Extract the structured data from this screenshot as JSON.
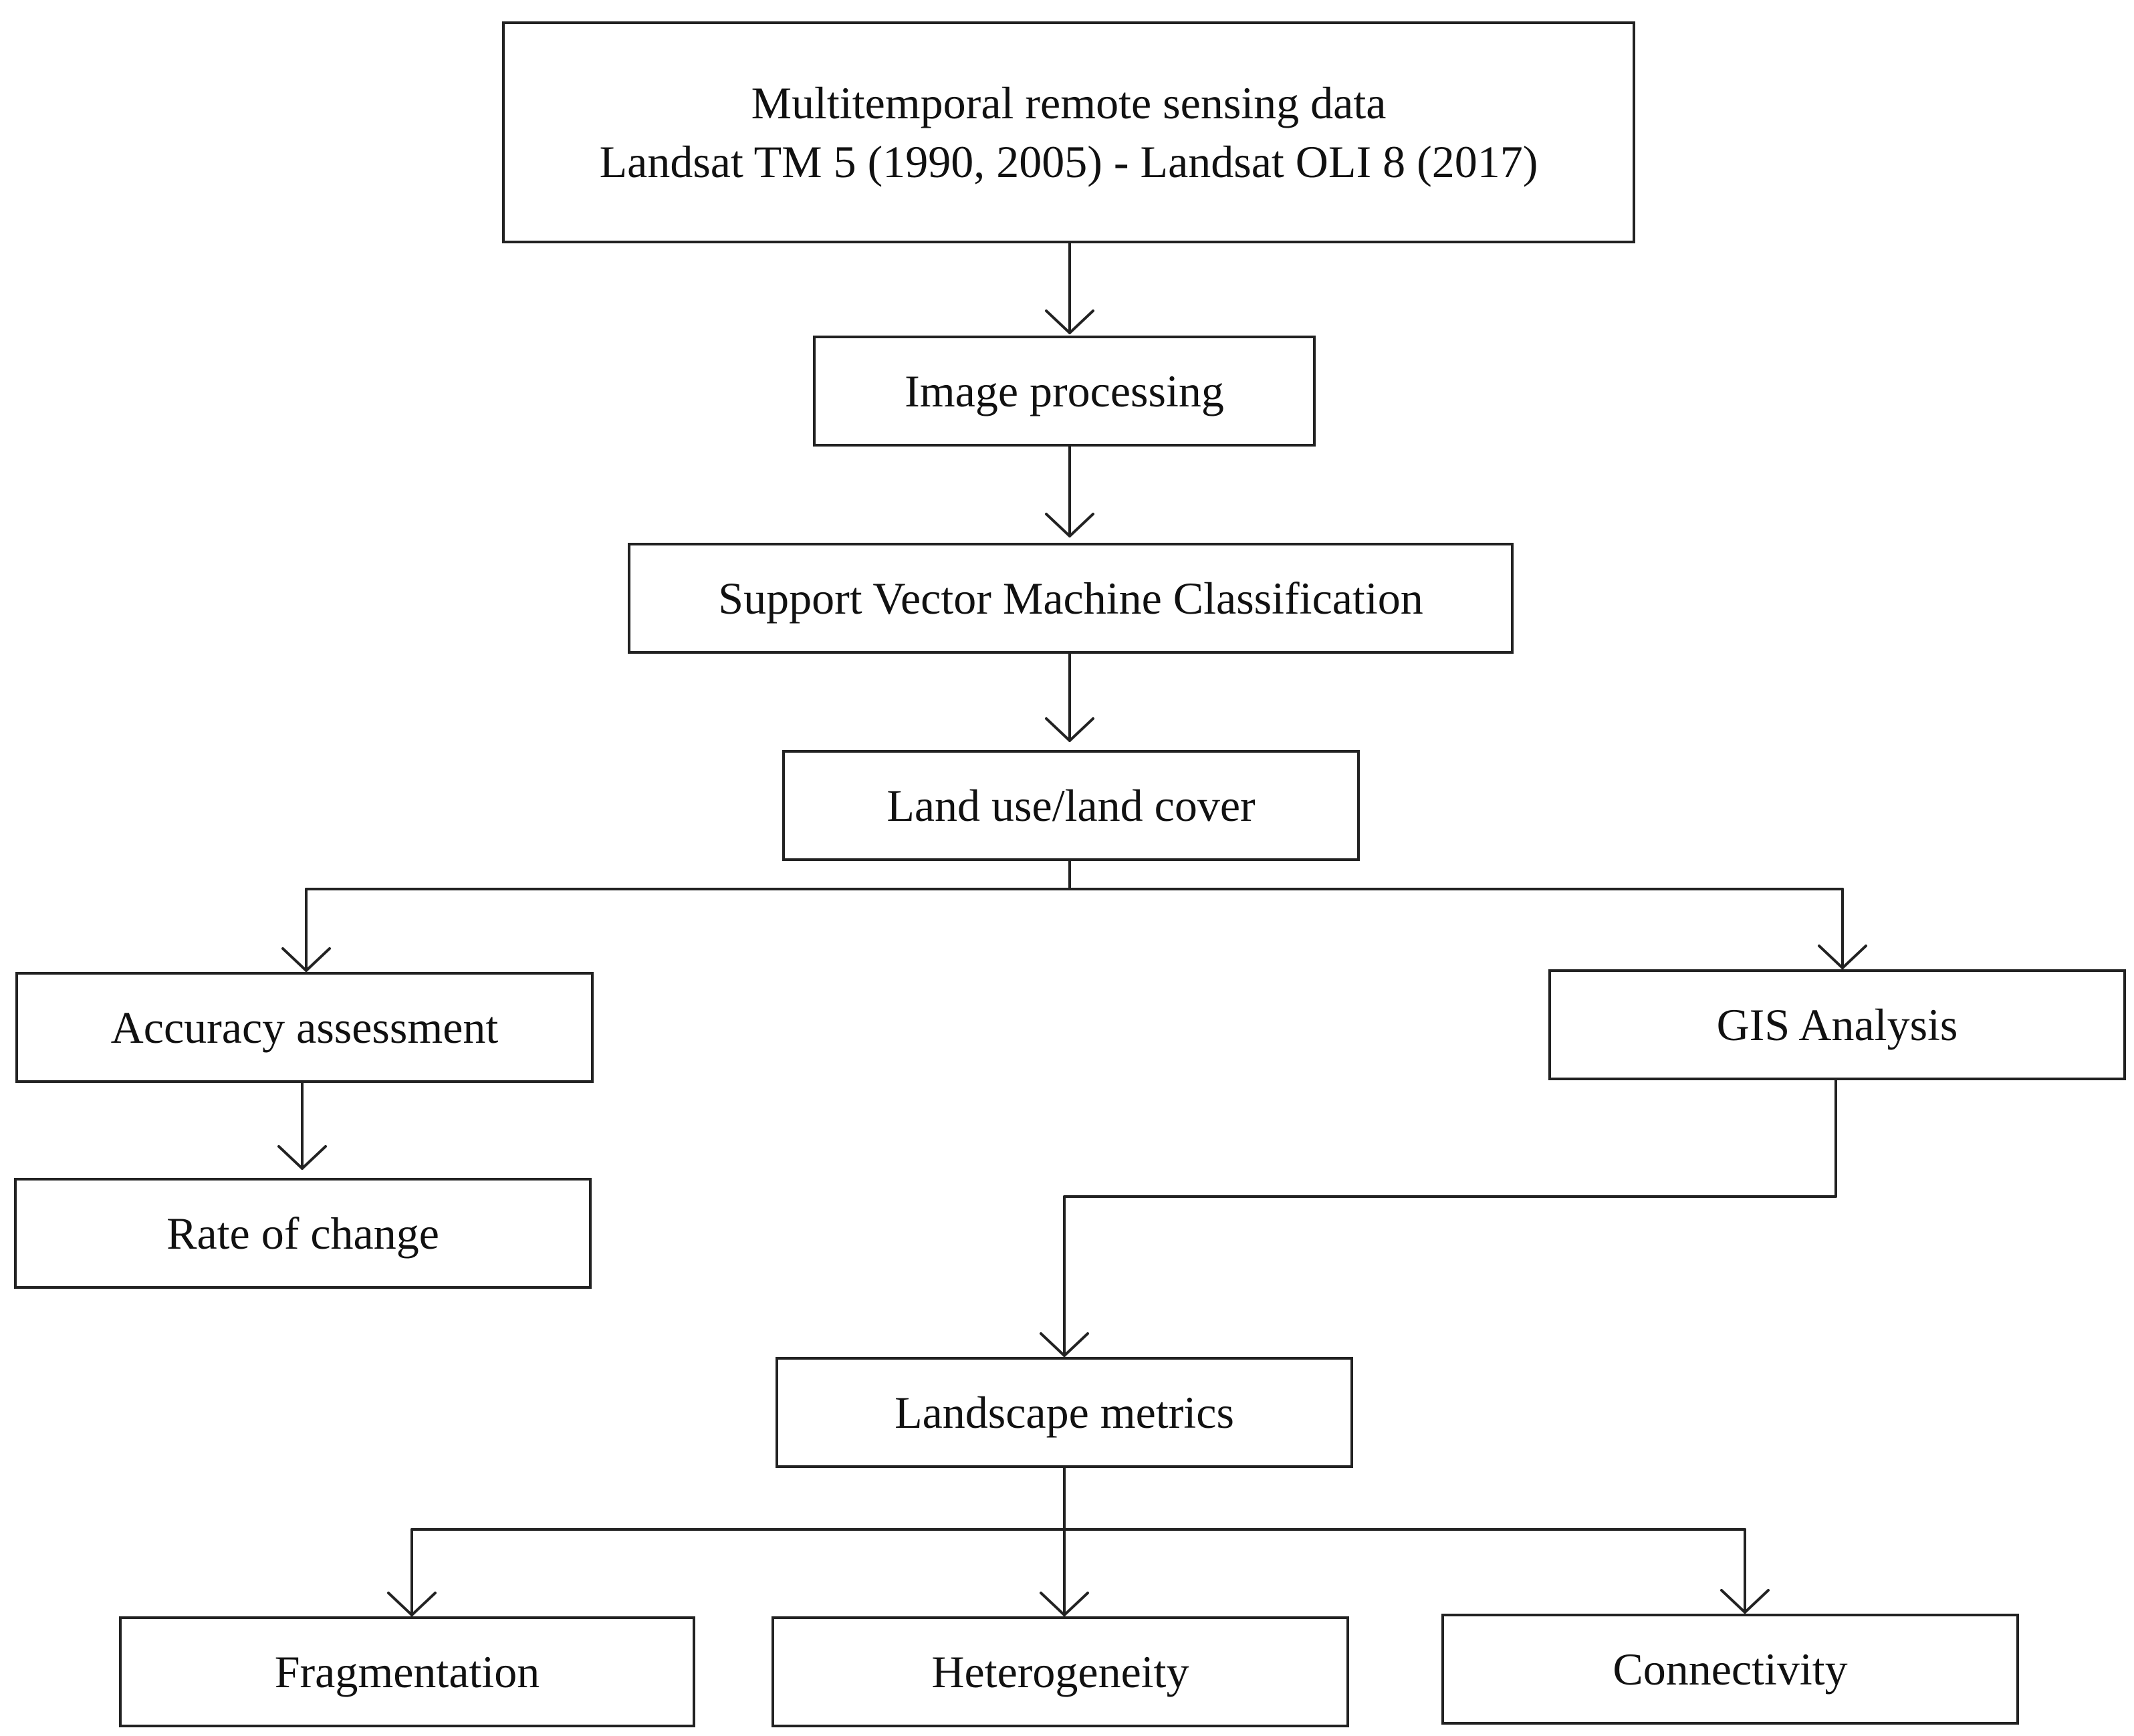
{
  "diagram": {
    "nodes": {
      "source_data": {
        "line1": "Multitemporal remote sensing data",
        "line2": "Landsat TM 5 (1990, 2005) - Landsat OLI 8 (2017)"
      },
      "image_processing": "Image processing",
      "svm_classification": "Support Vector Machine Classification",
      "land_use_land_cover": "Land use/land cover",
      "accuracy_assessment": "Accuracy assessment",
      "rate_of_change": "Rate of change",
      "gis_analysis": "GIS Analysis",
      "landscape_metrics": "Landscape metrics",
      "fragmentation": "Fragmentation",
      "heterogeneity": "Heterogeneity",
      "connectivity": "Connectivity"
    },
    "edges": [
      [
        "source_data",
        "image_processing"
      ],
      [
        "image_processing",
        "svm_classification"
      ],
      [
        "svm_classification",
        "land_use_land_cover"
      ],
      [
        "land_use_land_cover",
        "accuracy_assessment"
      ],
      [
        "land_use_land_cover",
        "gis_analysis"
      ],
      [
        "accuracy_assessment",
        "rate_of_change"
      ],
      [
        "gis_analysis",
        "landscape_metrics"
      ],
      [
        "landscape_metrics",
        "fragmentation"
      ],
      [
        "landscape_metrics",
        "heterogeneity"
      ],
      [
        "landscape_metrics",
        "connectivity"
      ]
    ],
    "colors": {
      "stroke": "#222222",
      "text": "#111111",
      "background": "#ffffff"
    }
  }
}
